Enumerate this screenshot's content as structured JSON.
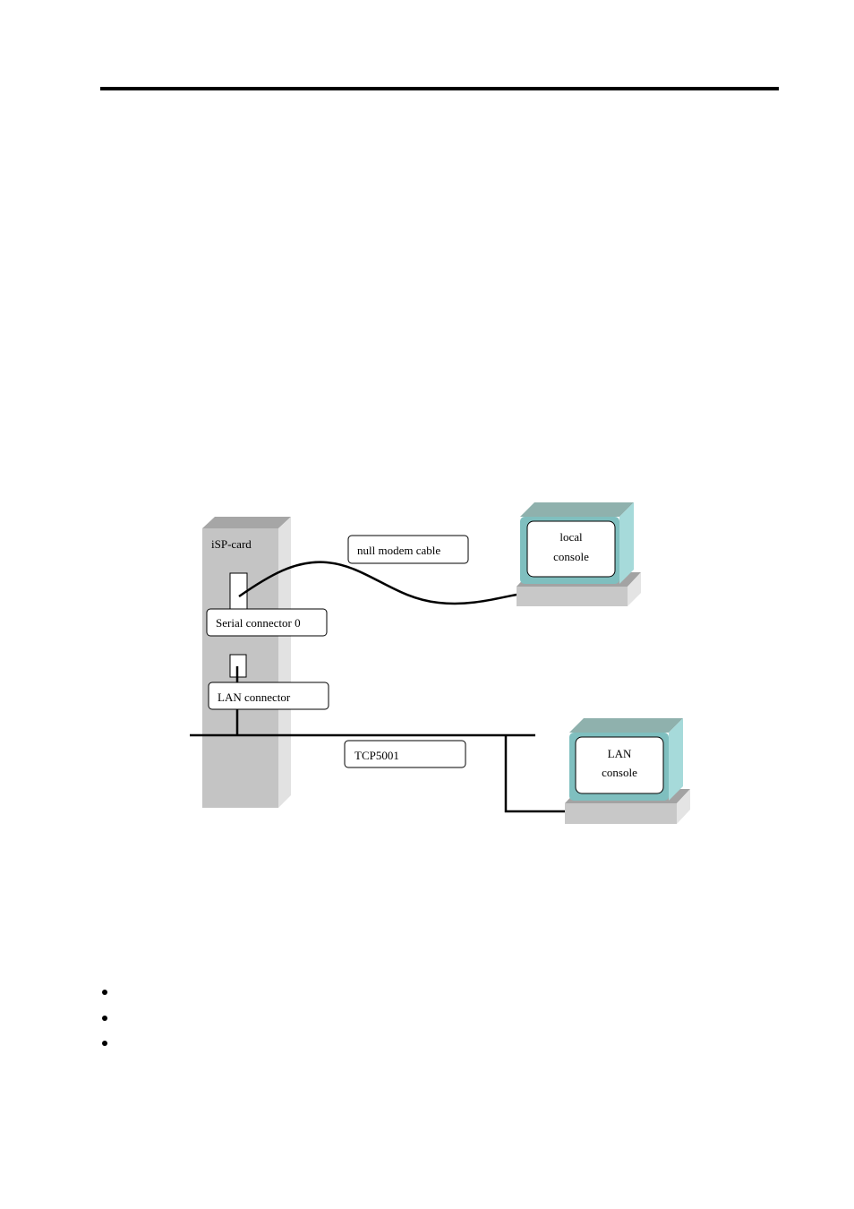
{
  "diagram": {
    "card_label": "iSP-card",
    "serial_connector_label": "Serial connector 0",
    "lan_connector_label": "LAN connector",
    "cable_label": "null modem cable",
    "network_label": "TCP5001",
    "local_console": {
      "line1": "local",
      "line2": "console"
    },
    "lan_console": {
      "line1": "LAN",
      "line2": "console"
    },
    "colors": {
      "card_front": "#c4c4c4",
      "card_top": "#a6a6a6",
      "card_side": "#e2e2e2",
      "monitor_face": "#7fbfbf",
      "monitor_side": "#a6dada",
      "monitor_top": "#8fb1ad",
      "base_front": "#c8c8c8",
      "base_top": "#a3a3a3",
      "base_side": "#e4e4e4",
      "line": "#000000"
    }
  },
  "bullets": [
    "",
    "",
    ""
  ]
}
